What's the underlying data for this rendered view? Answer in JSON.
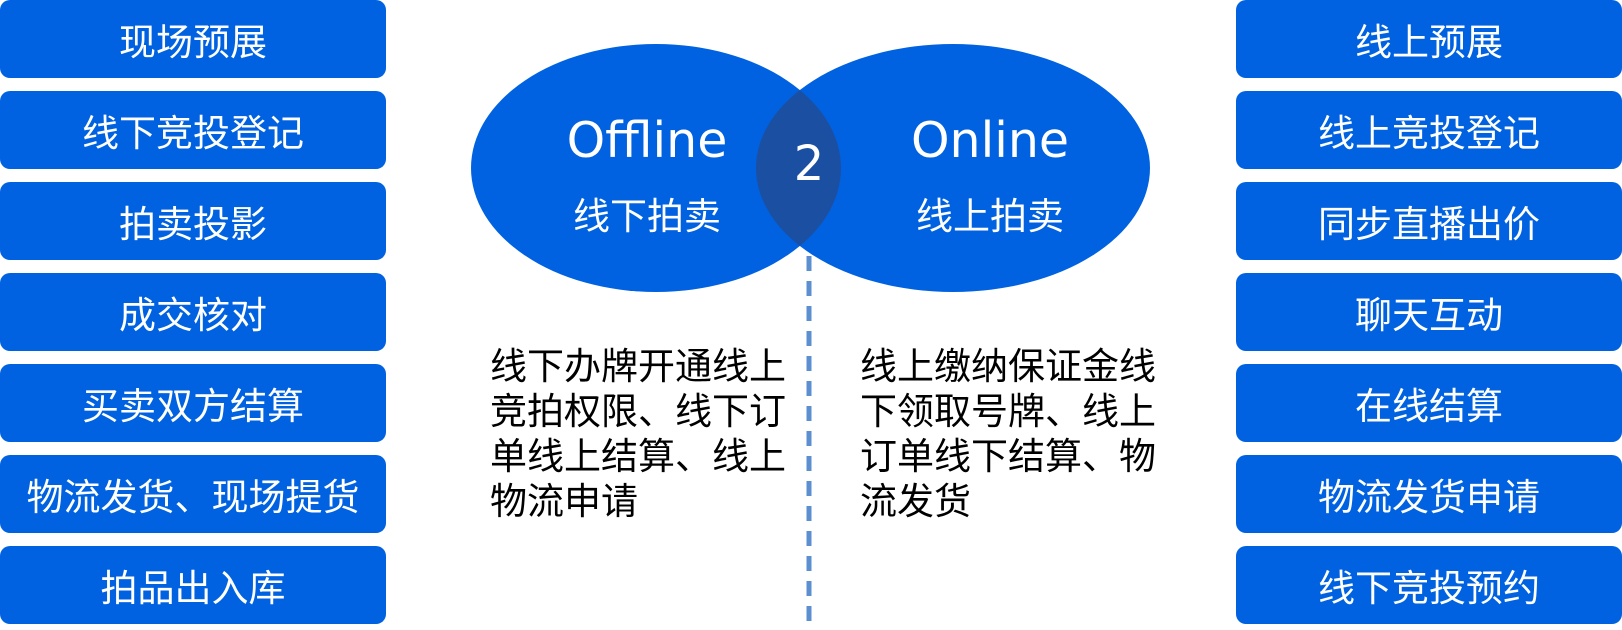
{
  "left_column": {
    "items": [
      {
        "label": "现场预展"
      },
      {
        "label": "线下竞投登记"
      },
      {
        "label": "拍卖投影"
      },
      {
        "label": "成交核对"
      },
      {
        "label": "买卖双方结算"
      },
      {
        "label": "物流发货、现场提货"
      },
      {
        "label": "拍品出入库"
      }
    ]
  },
  "right_column": {
    "items": [
      {
        "label": "线上预展"
      },
      {
        "label": "线上竞投登记"
      },
      {
        "label": "同步直播出价"
      },
      {
        "label": "聊天互动"
      },
      {
        "label": "在线结算"
      },
      {
        "label": "物流发货申请"
      },
      {
        "label": "线下竞投预约"
      }
    ]
  },
  "venn": {
    "left": {
      "title": "Offline",
      "subtitle": "线下拍卖"
    },
    "right": {
      "title": "Online",
      "subtitle": "线上拍卖"
    },
    "overlap": {
      "label": "2"
    }
  },
  "descriptions": {
    "offline": "线下办牌开通线上竞拍权限、线下订单线上结算、线上物流申请",
    "online": "线上缴纳保证金线下领取号牌、线上订单线下结算、物流发货"
  },
  "colors": {
    "box_blue": "#0062e0",
    "ellipse_blue": "#0062e0",
    "overlap_blue": "#1b4fa2",
    "divider_blue": "#5b8fd0"
  }
}
